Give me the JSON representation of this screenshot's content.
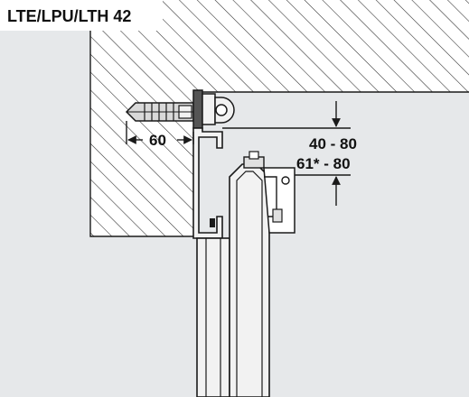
{
  "title": "LTE/LPU/LTH 42",
  "dimensions": {
    "anchor_depth": "60",
    "range_upper": "40 - 80",
    "range_lower": "61* - 80"
  },
  "colors": {
    "background_panel": "#e6e8ea",
    "wall": "#ffffff",
    "line": "#1a1a1a",
    "profile_fill": "#f2f2f2",
    "title_band": "#ffffff"
  }
}
